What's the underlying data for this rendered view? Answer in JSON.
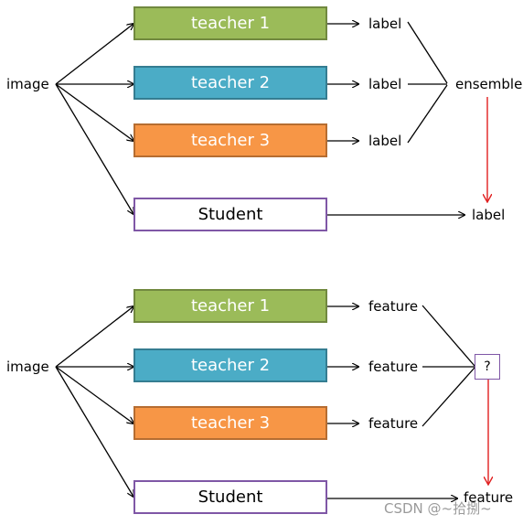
{
  "top": {
    "input": "image",
    "teachers": [
      "teacher 1",
      "teacher 2",
      "teacher 3"
    ],
    "student": "Student",
    "teacher_outputs": [
      "label",
      "label",
      "label"
    ],
    "combine": "ensemble",
    "student_output": "label"
  },
  "bottom": {
    "input": "image",
    "teachers": [
      "teacher 1",
      "teacher 2",
      "teacher 3"
    ],
    "student": "Student",
    "teacher_outputs": [
      "feature",
      "feature",
      "feature"
    ],
    "combine": "?",
    "student_output": "feature"
  },
  "watermark": "CSDN @~拾捌~",
  "colors": {
    "teacher1": "#9bbb59",
    "teacher2": "#4bacc6",
    "teacher3": "#f79646",
    "student_border": "#7f57a6",
    "red_arrow": "#e02020"
  }
}
